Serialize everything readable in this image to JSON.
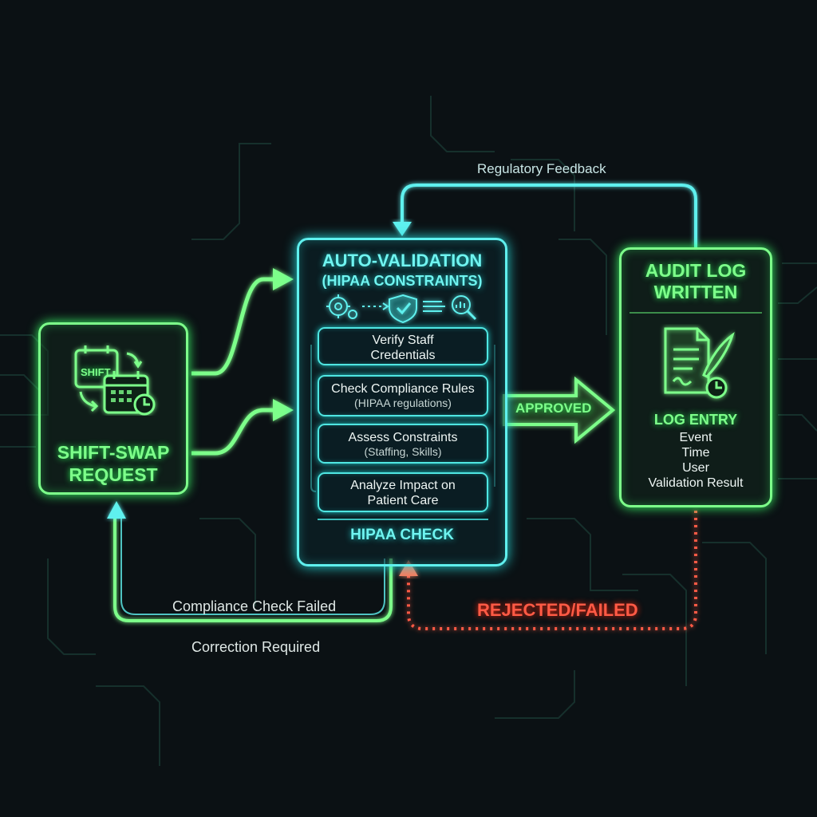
{
  "colors": {
    "background": "#0b1114",
    "green": "#7dff8a",
    "cyan": "#5ff0ee",
    "red": "#ff5a45"
  },
  "request": {
    "title": [
      "SHIFT-SWAP",
      "REQUEST"
    ],
    "icon_label": "SHIFT",
    "icon": "calendar-swap-icon"
  },
  "validation": {
    "title": "AUTO-VALIDATION",
    "subtitle": "(HIPAA CONSTRAINTS)",
    "icons": [
      "gear-check-icon",
      "shield-check-icon",
      "magnifier-chart-icon"
    ],
    "steps": [
      {
        "main": [
          "Verify Staff",
          "Credentials"
        ],
        "sub": ""
      },
      {
        "main": [
          "Check Compliance Rules"
        ],
        "sub": "(HIPAA regulations)"
      },
      {
        "main": [
          "Assess Constraints"
        ],
        "sub": "(Staffing, Skills)"
      },
      {
        "main": [
          "Analyze Impact on",
          "Patient Care"
        ],
        "sub": ""
      }
    ],
    "footer": "HIPAA CHECK"
  },
  "audit": {
    "title": [
      "AUDIT LOG",
      "WRITTEN"
    ],
    "icon": "document-quill-clock-icon",
    "log_heading": "LOG ENTRY",
    "fields": [
      "Event",
      "Time",
      "User",
      "Validation Result"
    ]
  },
  "flows": {
    "approved": "APPROVED",
    "rejected": "REJECTED/FAILED",
    "regulatory_feedback": "Regulatory Feedback",
    "compliance_failed": "Compliance Check Failed",
    "correction_required": "Correction Required"
  }
}
